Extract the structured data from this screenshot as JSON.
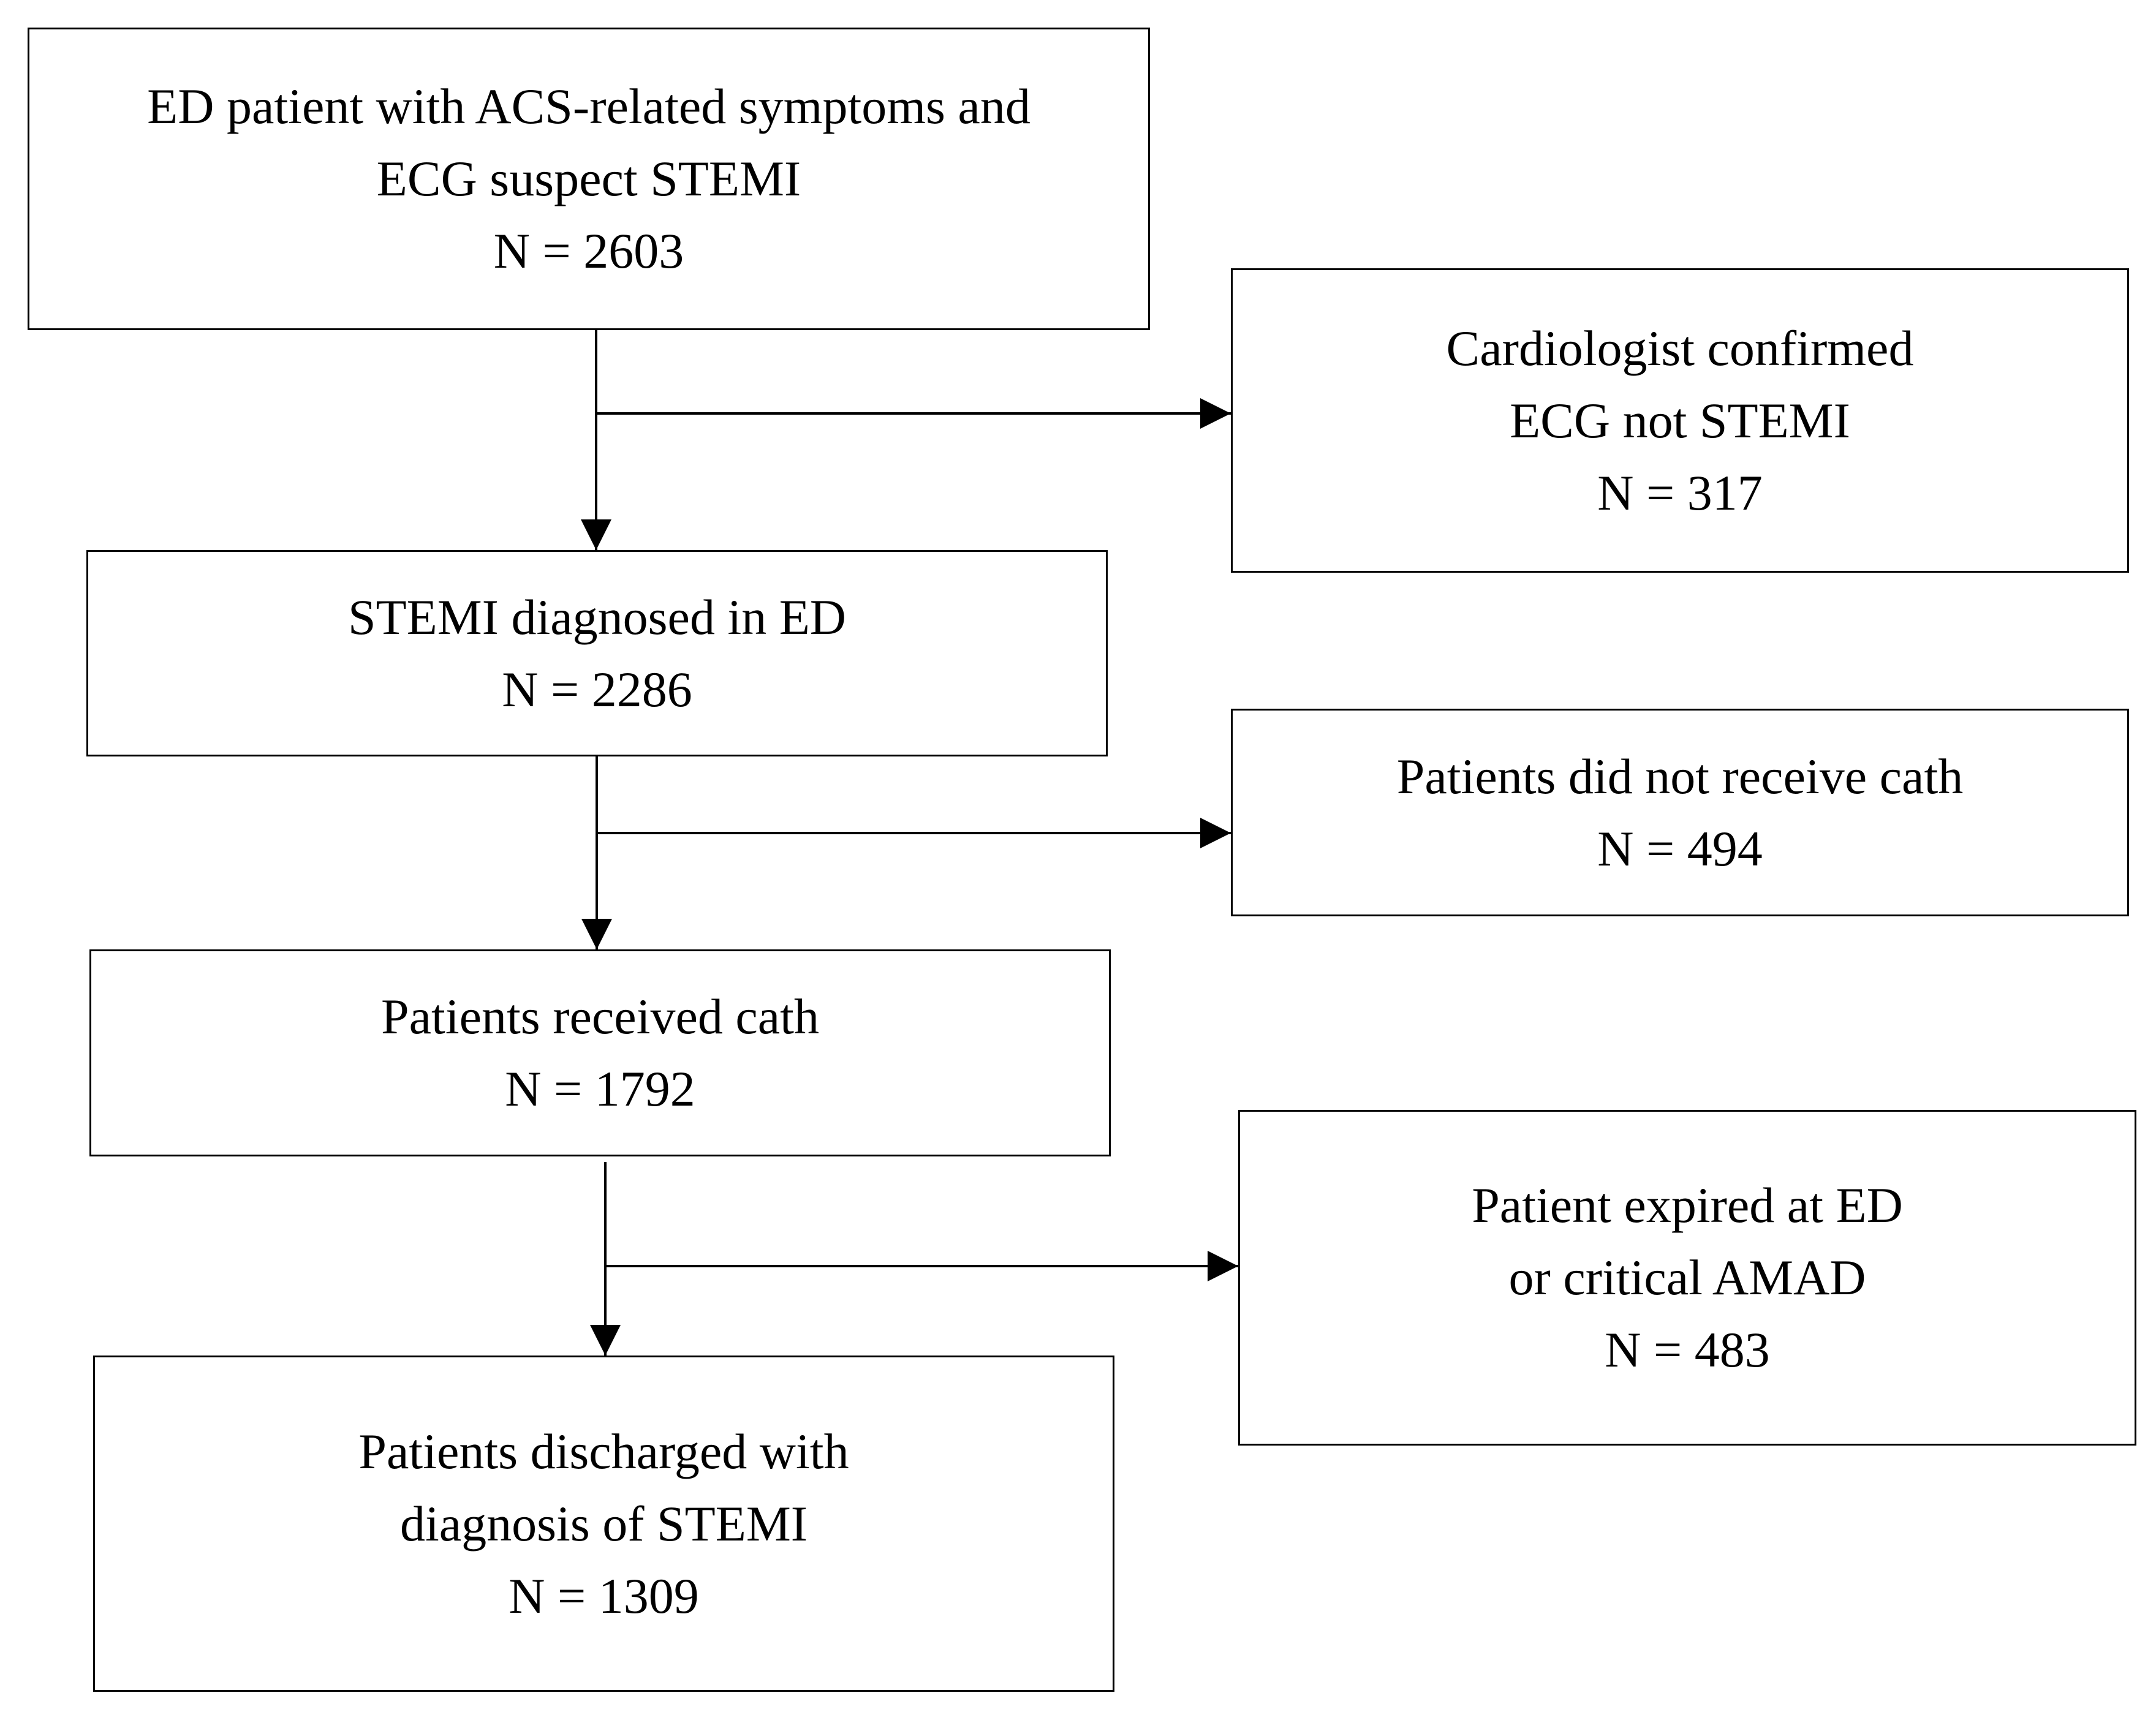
{
  "flowchart": {
    "start": {
      "lines": [
        "ED patient with ACS-related symptoms and",
        "ECG suspect STEMI"
      ],
      "n": "N = 2603"
    },
    "exclusion_1": {
      "lines": [
        "Cardiologist confirmed",
        "ECG not STEMI"
      ],
      "n": "N = 317"
    },
    "stemi_diagnosed": {
      "lines": [
        "STEMI diagnosed in ED"
      ],
      "n": "N = 2286"
    },
    "exclusion_2": {
      "lines": [
        "Patients did not receive cath"
      ],
      "n": "N = 494"
    },
    "received_cath": {
      "lines": [
        "Patients received cath"
      ],
      "n": "N = 1792"
    },
    "exclusion_3": {
      "lines": [
        "Patient expired at ED",
        "or critical AMAD"
      ],
      "n": "N = 483"
    },
    "discharged": {
      "lines": [
        "Patients discharged with",
        "diagnosis of STEMI"
      ],
      "n": "N = 1309"
    }
  },
  "colors": {
    "stroke": "#000000",
    "background": "#ffffff"
  }
}
